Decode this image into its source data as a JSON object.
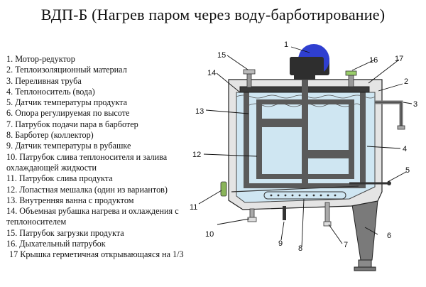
{
  "title": "ВДП-Б (Нагрев паром через воду-барботирование)",
  "legend": [
    "1. Мотор-редуктор",
    "2. Теплоизоляционный материал",
    "3. Переливная труба",
    "4. Теплоноситель (вода)",
    "5. Датчик температуры продукта",
    "6. Опора регулируемая по высоте",
    "7. Патрубок подачи пара в барботер",
    "8. Барботер (коллектор)",
    "9. Датчик температуры в рубашке",
    "10. Патрубок слива теплоносителя и залива охлаждающей жидкости",
    "11. Патрубок слива продукта",
    "12. Лопастная мешалка (один из вариантов)",
    "13. Внутренняя ванна с продуктом",
    "14. Объемная рубашка нагрева и охлаждения с теплоносителем",
    "15. Патрубок загрузки продукта",
    "16. Дыхательный патрубок",
    "17 Крышка герметичная открывающаяся на 1/3"
  ],
  "callouts": [
    "1",
    "2",
    "3",
    "4",
    "5",
    "6",
    "7",
    "8",
    "9",
    "10",
    "11",
    "12",
    "13",
    "14",
    "15",
    "16",
    "17"
  ],
  "colors": {
    "water": "#cfe6f2",
    "insulation": "#e4e4e4",
    "steel_dark": "#5a5a5a",
    "motor": "#2e2e2e",
    "motor_dome": "#2f3fd0",
    "support": "#7a7a7a",
    "line": "#111111"
  }
}
